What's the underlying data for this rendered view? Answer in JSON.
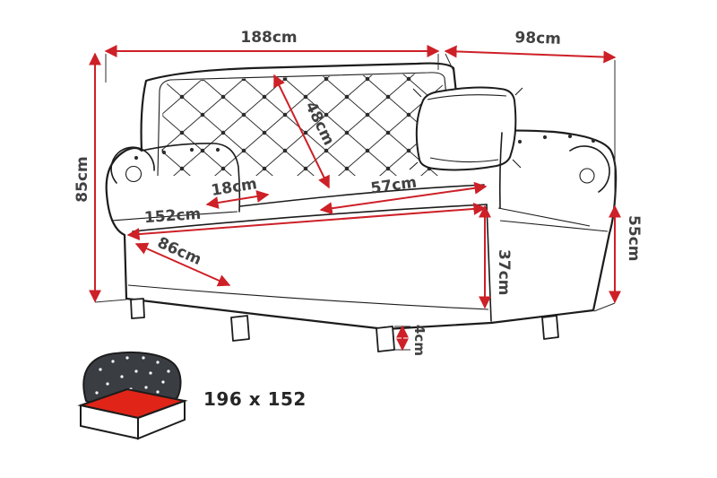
{
  "diagram": {
    "type": "sofa-bed-dimension-drawing",
    "labels": {
      "overall_width": "188cm",
      "overall_depth": "98cm",
      "overall_height": "85cm",
      "backrest_height": "48cm",
      "armrest_width": "18cm",
      "seat_depth": "57cm",
      "seat_width": "152cm",
      "armrest_front_length": "86cm",
      "armrest_height": "55cm",
      "seat_height": "37cm",
      "leg_height": "4cm"
    },
    "sleeping_area": {
      "label": "196 x 152"
    },
    "colors": {
      "dimension_lines": "#cd2027",
      "label_text": "#414141",
      "drawing_outline": "#1c1c1c",
      "mattress_red": "#e02418",
      "mattress_dark": "#3a3e43",
      "background": "#ffffff"
    }
  }
}
